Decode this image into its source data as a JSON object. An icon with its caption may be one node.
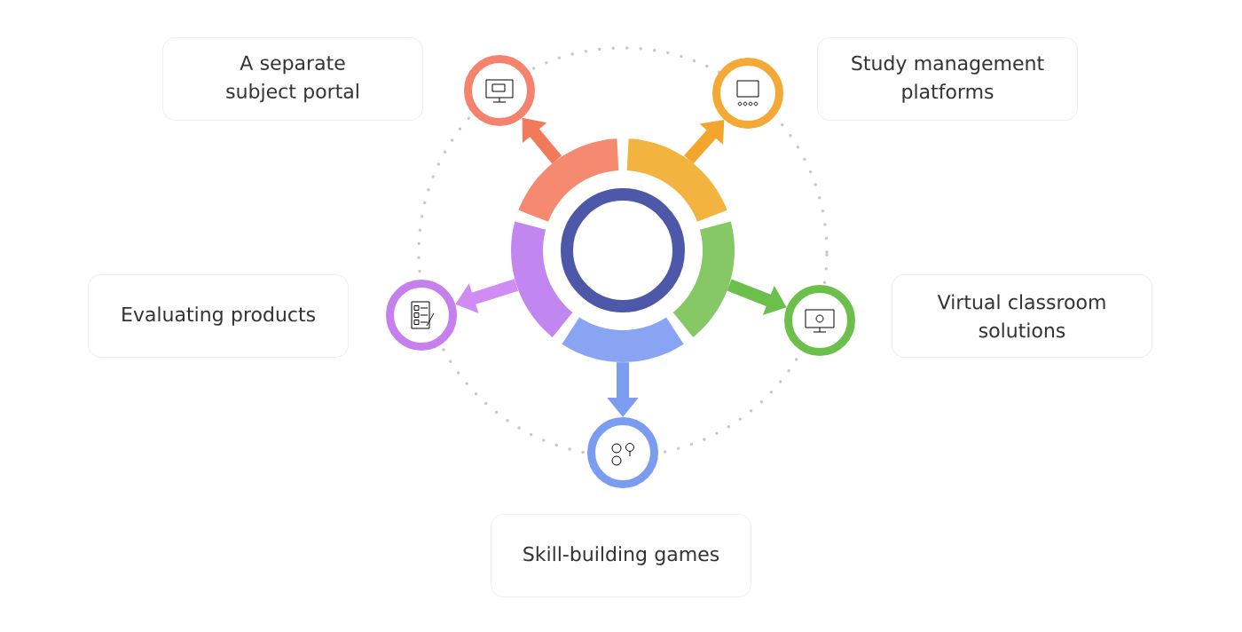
{
  "diagram": {
    "nodes": [
      {
        "text": [],
        "shape": "circle"
      },
      {
        "text": [],
        "shape": "arc"
      },
      {
        "text": [],
        "shape": "arc"
      },
      {
        "text": [],
        "shape": "arc"
      },
      {
        "text": [],
        "shape": "arc"
      },
      {
        "text": [],
        "shape": "arc"
      },
      {
        "text": [
          "A separate subject portal"
        ]
      },
      {
        "text": [],
        "shape": "circle"
      },
      {
        "text": [],
        "shape": "circle"
      },
      {
        "text": [
          "Study management platforms"
        ]
      },
      {
        "text": [
          "Evaluating products"
        ]
      },
      {
        "text": [],
        "shape": "circle"
      },
      {
        "text": [],
        "shape": "circle"
      },
      {
        "text": [
          "Virtual classroom solutions"
        ]
      },
      {
        "text": [],
        "shape": "circle"
      },
      {
        "text": [
          "Skill-building games"
        ]
      }
    ],
    "edges": [
      {
        "from": 1,
        "to": 7,
        "arrow": "to",
        "color": "#f07a5a"
      },
      {
        "from": 2,
        "to": 8,
        "arrow": "to",
        "color": "#f2a62e"
      },
      {
        "from": 3,
        "to": 12,
        "arrow": "to",
        "color": "#6cbf4a"
      },
      {
        "from": 4,
        "to": 14,
        "arrow": "to",
        "color": "#7b9cf0"
      },
      {
        "from": 5,
        "to": 11,
        "arrow": "to",
        "color": "#d08cf2"
      }
    ]
  }
}
